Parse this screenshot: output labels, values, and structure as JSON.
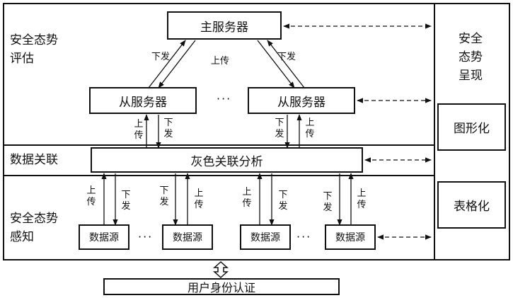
{
  "layers": {
    "evaluation": "安全态势\n评估",
    "association": "数据关联",
    "perception": "安全态势\n感知"
  },
  "presentation": {
    "title": "安全\n态势\n呈现",
    "graphic": "图形化",
    "table": "表格化"
  },
  "nodes": {
    "main_server": "主服务器",
    "slave_server": "从服务器",
    "analysis": "灰色关联分析",
    "data_source": "数据源",
    "auth": "用户身份认证"
  },
  "arrows": {
    "down": "下发",
    "up": "上传"
  },
  "ellipsis": "···"
}
